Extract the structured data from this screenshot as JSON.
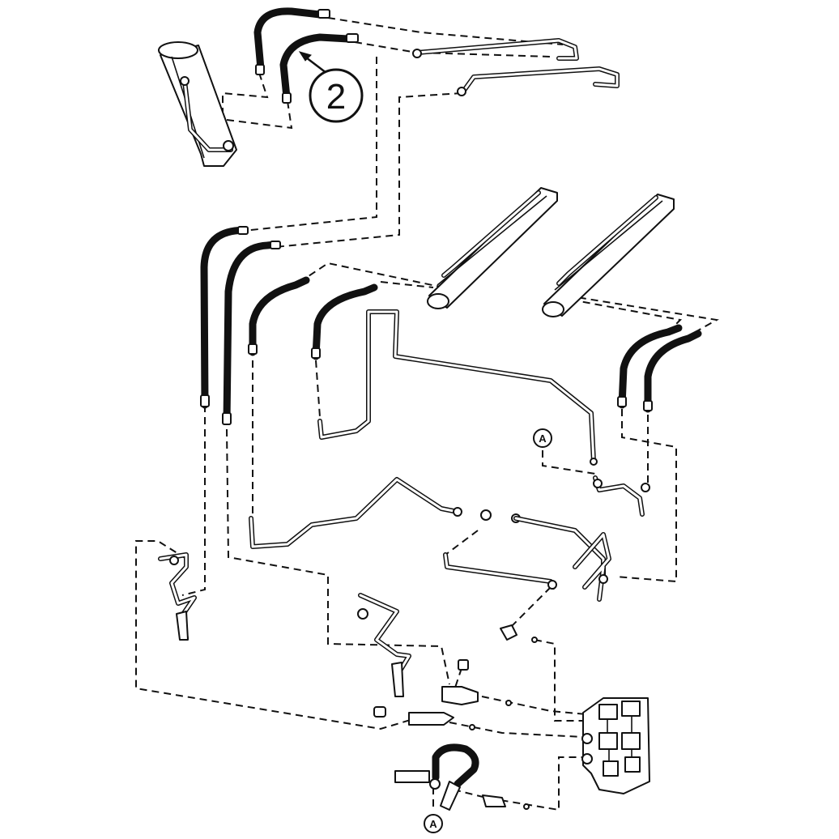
{
  "callout": {
    "number": "2"
  },
  "references": {
    "top": "A",
    "bottom": "A"
  }
}
